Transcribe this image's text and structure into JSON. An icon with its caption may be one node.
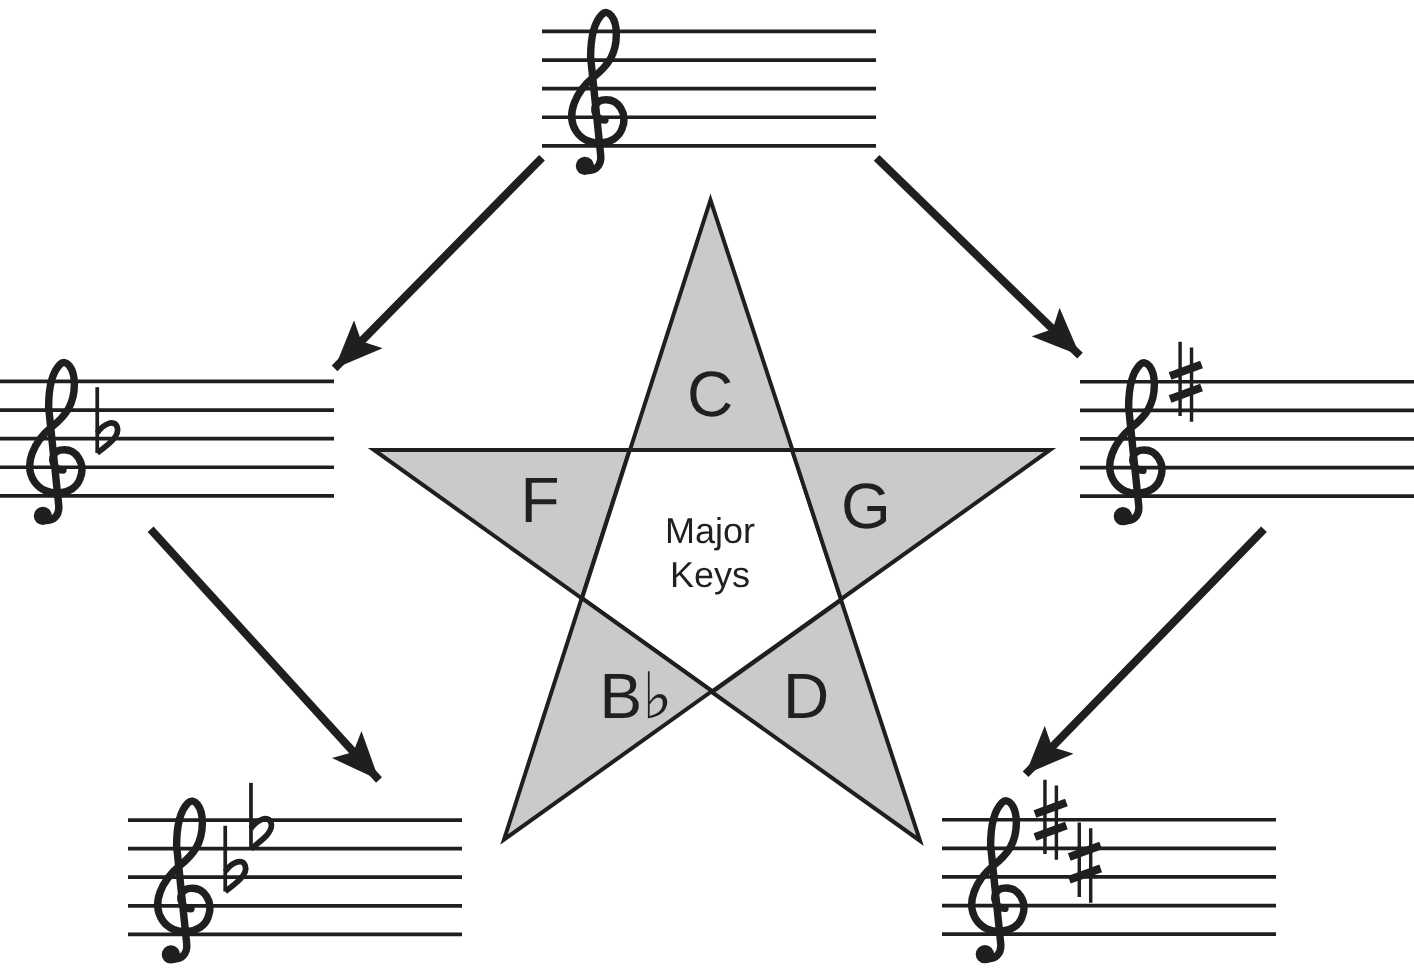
{
  "diagram": {
    "nodes": [
      {
        "text": [],
        "shape": "picture"
      },
      {
        "text": [
          "C"
        ]
      },
      {
        "text": [],
        "shape": "picture"
      },
      {
        "text": [],
        "shape": "picture"
      },
      {
        "text": [
          "F"
        ]
      },
      {
        "text": [
          "Major Keys"
        ]
      },
      {
        "text": [
          "G"
        ]
      },
      {
        "text": [
          "B♭"
        ]
      },
      {
        "text": [
          "D"
        ]
      },
      {
        "text": [],
        "shape": "picture"
      },
      {
        "text": [],
        "shape": "picture"
      }
    ],
    "edges": [
      {
        "from": 0,
        "to": 2,
        "arrow": "to"
      },
      {
        "from": 0,
        "to": 3,
        "arrow": "to"
      },
      {
        "from": 2,
        "to": 9,
        "arrow": "to"
      },
      {
        "from": 3,
        "to": 10,
        "arrow": "to"
      }
    ]
  }
}
